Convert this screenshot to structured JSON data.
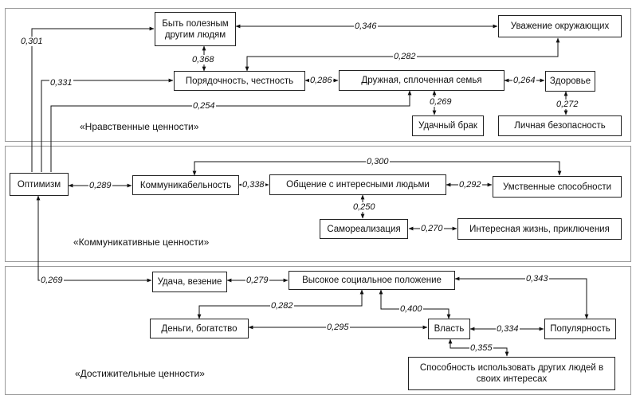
{
  "groups": {
    "moral": "«Нравственные ценности»",
    "communicative": "«Коммуникативные ценности»",
    "achievement": "«Достижительные ценности»"
  },
  "nodes": {
    "useful": "Быть полезным другим людям",
    "respect": "Уважение окружающих",
    "honesty": "Порядочность, честность",
    "family": "Дружная, сплоченная семья",
    "health": "Здоровье",
    "marriage": "Удачный брак",
    "safety": "Личная безопасность",
    "optimism": "Оптимизм",
    "sociability": "Коммуникабельность",
    "interesting_people": "Общение с интересными людьми",
    "mental": "Умственные способности",
    "self_realization": "Самореализация",
    "adventure": "Интересная жизнь, приключения",
    "luck": "Удача, везение",
    "status": "Высокое социальное положение",
    "money": "Деньги, богатство",
    "power": "Власть",
    "popularity": "Популярность",
    "use_people": "Способность использовать других людей в своих интересах"
  },
  "coefficients": {
    "useful_respect": "0,346",
    "optimism_useful": "0,301",
    "useful_honesty": "0,368",
    "family_respect": "0,282",
    "optimism_honesty": "0,331",
    "honesty_family": "0,286",
    "family_health": "0,264",
    "family_marriage": "0,269",
    "health_safety": "0,272",
    "optimism_family": "0,254",
    "sociability_mental": "0,300",
    "optimism_sociability": "0,289",
    "sociability_interesting": "0,338",
    "interesting_mental": "0,292",
    "interesting_self": "0,250",
    "self_adventure": "0,270",
    "optimism_luck": "0,269",
    "luck_status": "0,279",
    "status_popularity": "0,343",
    "status_money": "0,282",
    "status_power": "0,400",
    "money_power": "0,295",
    "power_popularity": "0,334",
    "power_use": "0,355"
  }
}
